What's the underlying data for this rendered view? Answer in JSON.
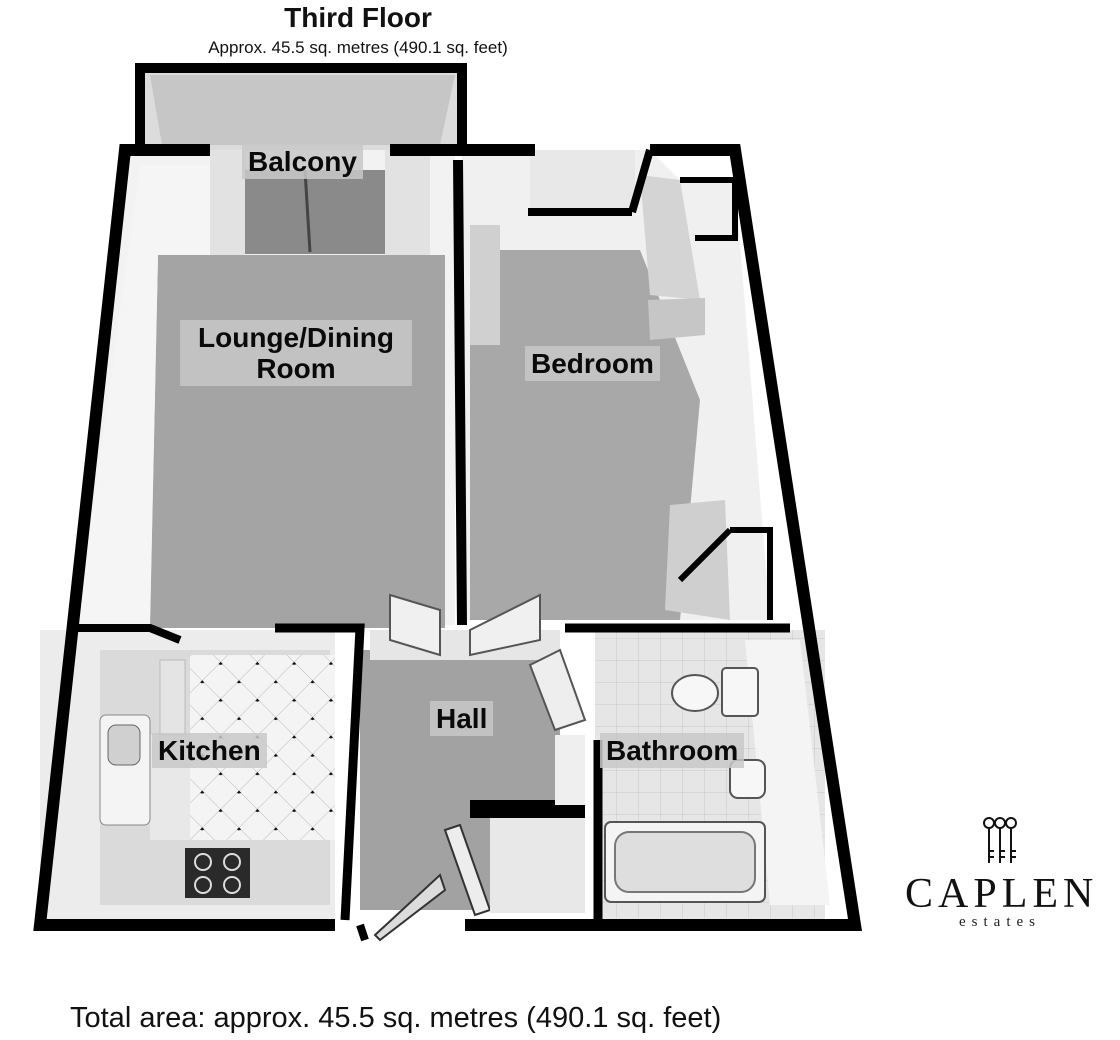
{
  "header": {
    "title": "Third Floor",
    "subtitle": "Approx. 45.5 sq. metres (490.1 sq. feet)"
  },
  "rooms": {
    "balcony": "Balcony",
    "lounge_line1": "Lounge/Dining",
    "lounge_line2": "Room",
    "bedroom": "Bedroom",
    "hall": "Hall",
    "kitchen": "Kitchen",
    "bathroom": "Bathroom"
  },
  "footer": {
    "total_area": "Total area: approx. 45.5 sq. metres (490.1 sq. feet)"
  },
  "logo": {
    "name": "CAPLEN",
    "sub": "estates",
    "icon": "keys-icon"
  },
  "colors": {
    "wall": "#000000",
    "floor": "#a9a9a9",
    "wall_face": "#f2f2f2"
  }
}
